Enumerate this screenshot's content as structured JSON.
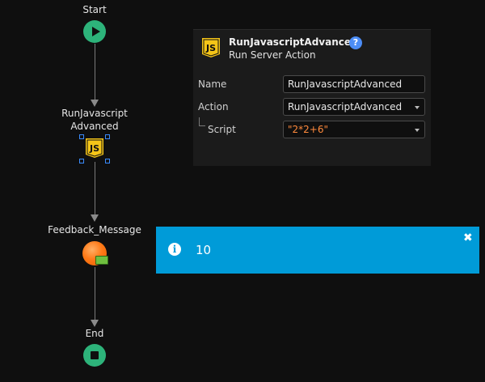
{
  "flow": {
    "start_label": "Start",
    "action_label_line1": "RunJavascript",
    "action_label_line2": "Advanced",
    "feedback_label": "Feedback_Message",
    "end_label": "End"
  },
  "js_icon_text": "JS",
  "panel": {
    "title": "RunJavascriptAdvanced",
    "subtitle": "Run Server Action",
    "help_icon": "?",
    "name_label": "Name",
    "name_value": "RunJavascriptAdvanced",
    "action_label": "Action",
    "action_value": "RunJavascriptAdvanced",
    "script_label": "Script",
    "script_value": "\"2*2+6\""
  },
  "feedback": {
    "icon": "i",
    "text": "10",
    "close": "✖"
  },
  "colors": {
    "start_end": "#2db37a",
    "js_yellow": "#f5c518",
    "feedback_bg": "#009bd8",
    "script_value": "#ff8a3c"
  }
}
